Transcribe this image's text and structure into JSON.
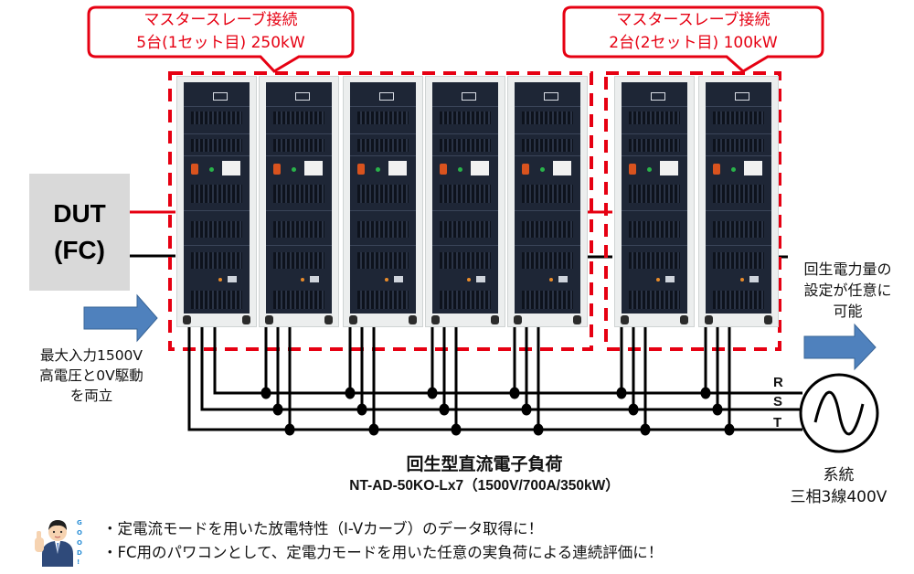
{
  "callouts": [
    {
      "line1": "マスタースレーブ接続",
      "line2": "5台(1セット目) 250kW"
    },
    {
      "line1": "マスタースレーブ接続",
      "line2": "2台(2セット目) 100kW"
    }
  ],
  "dut": {
    "line1": "DUT",
    "line2": "(FC)"
  },
  "input_note": [
    "最大入力1500V",
    "高電圧と0V駆動",
    "を両立"
  ],
  "regen_note": [
    "回生電力量の",
    "設定が任意に",
    "可能"
  ],
  "phases": [
    "R",
    "S",
    "T"
  ],
  "product": {
    "name": "回生型直流電子負荷",
    "model": "NT-AD-50KO-Lx7（1500V/700A/350kW）"
  },
  "grid": {
    "line1": "系統",
    "line2": "三相3線400V"
  },
  "groups": [
    {
      "name": "set-1",
      "units": 5
    },
    {
      "name": "set-2",
      "units": 2
    }
  ],
  "bullets": [
    "・定電流モードを用いた放電特性（I-Vカーブ）のデータ取得に！",
    "・FC用のパワコンとして、定電力モードを用いた任意の実負荷による連続評価に！"
  ],
  "mascot": {
    "badge": "GOOD!"
  },
  "colors": {
    "accent_red": "#e60012",
    "arrow_blue": "#4f81bd",
    "dut_gray": "#d9d9d9",
    "rack_navy": "#1e2636"
  }
}
